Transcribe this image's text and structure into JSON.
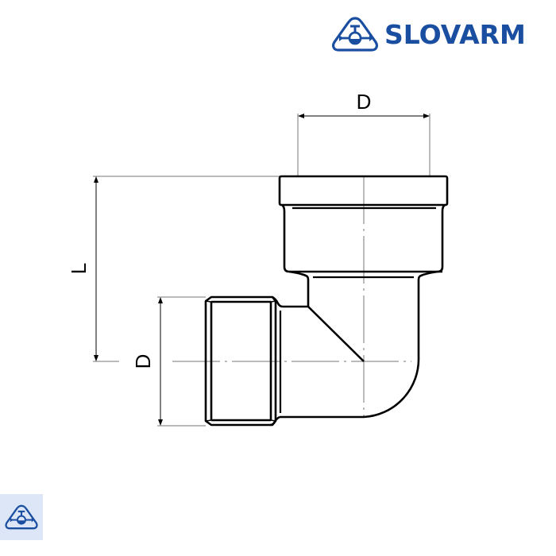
{
  "brand": {
    "name": "SLOVARM",
    "color": "#1a4ea0",
    "icon": "valve-logo-icon"
  },
  "thumbnail": {
    "icon": "valve-logo-icon",
    "background": "#dce6f7"
  },
  "drawing": {
    "subject": "threaded 90° elbow (male x female)",
    "dimensions": {
      "top_diameter_label": "D",
      "left_diameter_label": "D",
      "length_label": "L"
    },
    "line_color": "#000000",
    "dim_line_color": "#666666"
  }
}
